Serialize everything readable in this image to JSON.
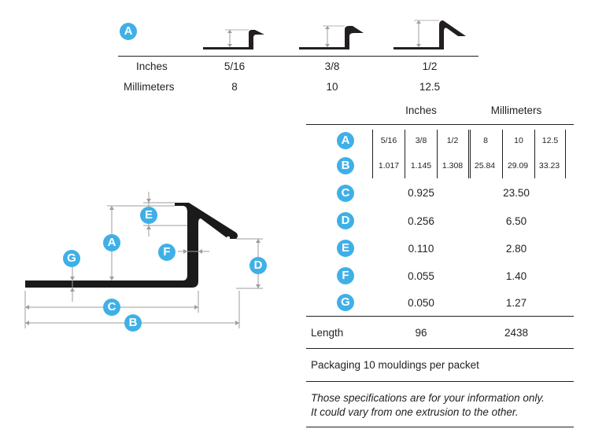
{
  "colors": {
    "badge": "#3fb0e7",
    "ink": "#231f20",
    "dim": "#9d9d9d"
  },
  "top_table": {
    "badge": "A",
    "row_labels": {
      "inches": "Inches",
      "millimeters": "Millimeters"
    },
    "columns": [
      {
        "inches": "5/16",
        "mm": "8"
      },
      {
        "inches": "3/8",
        "mm": "10"
      },
      {
        "inches": "1/2",
        "mm": "12.5"
      }
    ]
  },
  "spec_table": {
    "headers": {
      "inches": "Inches",
      "millimeters": "Millimeters"
    },
    "rows": [
      {
        "badge": "A",
        "inches": [
          "5/16",
          "3/8",
          "1/2"
        ],
        "mm": [
          "8",
          "10",
          "12.5"
        ]
      },
      {
        "badge": "B",
        "inches": [
          "1.017",
          "1.145",
          "1.308"
        ],
        "mm": [
          "25.84",
          "29.09",
          "33.23"
        ]
      },
      {
        "badge": "C",
        "inches": "0.925",
        "mm": "23.50"
      },
      {
        "badge": "D",
        "inches": "0.256",
        "mm": "6.50"
      },
      {
        "badge": "E",
        "inches": "0.110",
        "mm": "2.80"
      },
      {
        "badge": "F",
        "inches": "0.055",
        "mm": "1.40"
      },
      {
        "badge": "G",
        "inches": "0.050",
        "mm": "1.27"
      }
    ],
    "length": {
      "label": "Length",
      "inches": "96",
      "mm": "2438"
    },
    "packaging": "Packaging 10 mouldings per packet",
    "note_line1": "Those specifications are for your information only.",
    "note_line2": "It could vary from one extrusion to the other."
  },
  "profile_diagram": {
    "labels": {
      "a": "A",
      "b": "B",
      "c": "C",
      "d": "D",
      "e": "E",
      "f": "F",
      "g": "G"
    }
  }
}
